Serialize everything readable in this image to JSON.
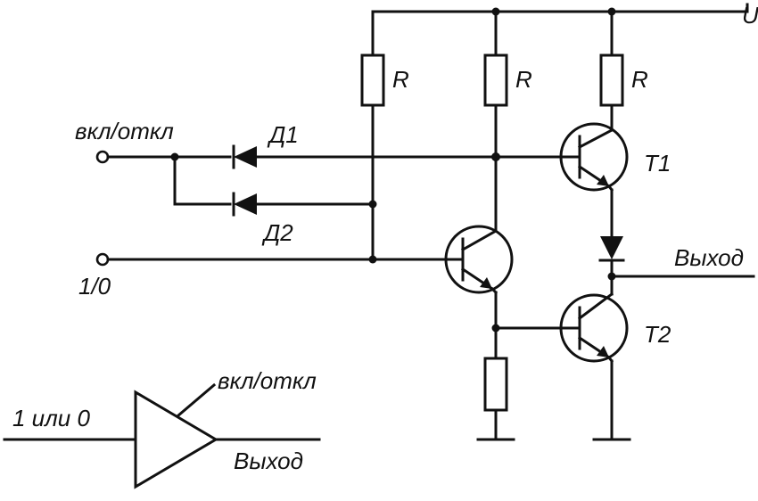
{
  "labels": {
    "enable": "вкл/откл",
    "d1": "Д1",
    "d2": "Д2",
    "io": "1/0",
    "supply": "U",
    "r1": "R",
    "r2": "R",
    "r3": "R",
    "t1": "T1",
    "t2": "T2",
    "output": "Выход",
    "sym_input": "1 или 0",
    "sym_enable": "вкл/откл",
    "sym_output": "Выход"
  }
}
